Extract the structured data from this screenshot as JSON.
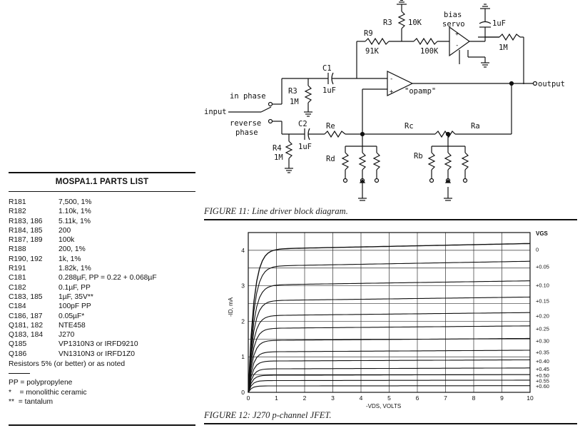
{
  "figure11": {
    "caption": "FIGURE 11: Line driver block diagram.",
    "labels": {
      "r3_top": "R3",
      "r3_top_val": "10K",
      "bias": "bias",
      "servo": "servo",
      "c_servo_val": "1uF",
      "r9": "R9",
      "r9_val": "91K",
      "r100k_val": "100K",
      "r1m_val": "1M",
      "c1": "C1",
      "c1_val": "1uF",
      "r3_mid": "R3",
      "r3_mid_val": "1M",
      "in_phase": "in phase",
      "input": "input",
      "reverse": "reverse",
      "phase": "phase",
      "opamp": "\"opamp\"",
      "output": "output",
      "c2": "C2",
      "c2_val": "1uF",
      "r4": "R4",
      "r4_val": "1M",
      "re": "Re",
      "rc": "Rc",
      "ra": "Ra",
      "rd": "Rd",
      "rb": "Rb"
    }
  },
  "parts_list": {
    "title": "MOSPA1.1 PARTS LIST",
    "rows": [
      {
        "ref": "R181",
        "value": "7,500, 1%"
      },
      {
        "ref": "R182",
        "value": "1.10k, 1%"
      },
      {
        "ref": "R183, 186",
        "value": "5.11k, 1%"
      },
      {
        "ref": "R184, 185",
        "value": "200"
      },
      {
        "ref": "R187, 189",
        "value": "100k"
      },
      {
        "ref": "R188",
        "value": "200, 1%"
      },
      {
        "ref": "R190, 192",
        "value": "1k, 1%"
      },
      {
        "ref": "R191",
        "value": "1.82k, 1%"
      },
      {
        "ref": "C181",
        "value": "0.288µF, PP = 0.22 + 0.068µF"
      },
      {
        "ref": "C182",
        "value": "0.1µF, PP"
      },
      {
        "ref": "C183, 185",
        "value": "1µF, 35V**"
      },
      {
        "ref": "C184",
        "value": "100pF PP"
      },
      {
        "ref": "C186, 187",
        "value": "0.05µF*"
      },
      {
        "ref": "Q181, 182",
        "value": "NTE458"
      },
      {
        "ref": "Q183, 184",
        "value": "J270"
      },
      {
        "ref": "Q185",
        "value": "VP1310N3 or IRFD9210"
      },
      {
        "ref": "Q186",
        "value": "VN1310N3 or IRFD1Z0"
      }
    ],
    "note": "Resistors 5% (or better) or as noted",
    "legend": [
      "PP = polypropylene",
      "*    = monolithic ceramic",
      "**  = tantalum"
    ]
  },
  "figure12": {
    "caption": "FIGURE 12: J270 p-channel JFET."
  },
  "chart_data": {
    "type": "line",
    "xlabel": "-VDS, VOLTS",
    "ylabel": "-ID, mA",
    "xlim": [
      0,
      10
    ],
    "ylim": [
      0,
      4.5
    ],
    "x_ticks": [
      "0",
      "1",
      "2",
      "3",
      "4",
      "5",
      "6",
      "7",
      "8",
      "9",
      "10"
    ],
    "y_ticks": [
      "0",
      "1",
      "2",
      "3",
      "4"
    ],
    "grid": true,
    "legend_title": "VGS",
    "series": [
      {
        "name": "0",
        "saturation": 4.03
      },
      {
        "name": "+0.05",
        "saturation": 3.55
      },
      {
        "name": "+0.10",
        "saturation": 3.02
      },
      {
        "name": "+0.15",
        "saturation": 2.58
      },
      {
        "name": "+0.20",
        "saturation": 2.16
      },
      {
        "name": "+0.25",
        "saturation": 1.8
      },
      {
        "name": "+0.30",
        "saturation": 1.46
      },
      {
        "name": "+0.35",
        "saturation": 1.14
      },
      {
        "name": "+0.40",
        "saturation": 0.88
      },
      {
        "name": "+0.45",
        "saturation": 0.66
      },
      {
        "name": "+0.50",
        "saturation": 0.48
      },
      {
        "name": "+0.55",
        "saturation": 0.33
      },
      {
        "name": "+0.60",
        "saturation": 0.18
      }
    ]
  }
}
